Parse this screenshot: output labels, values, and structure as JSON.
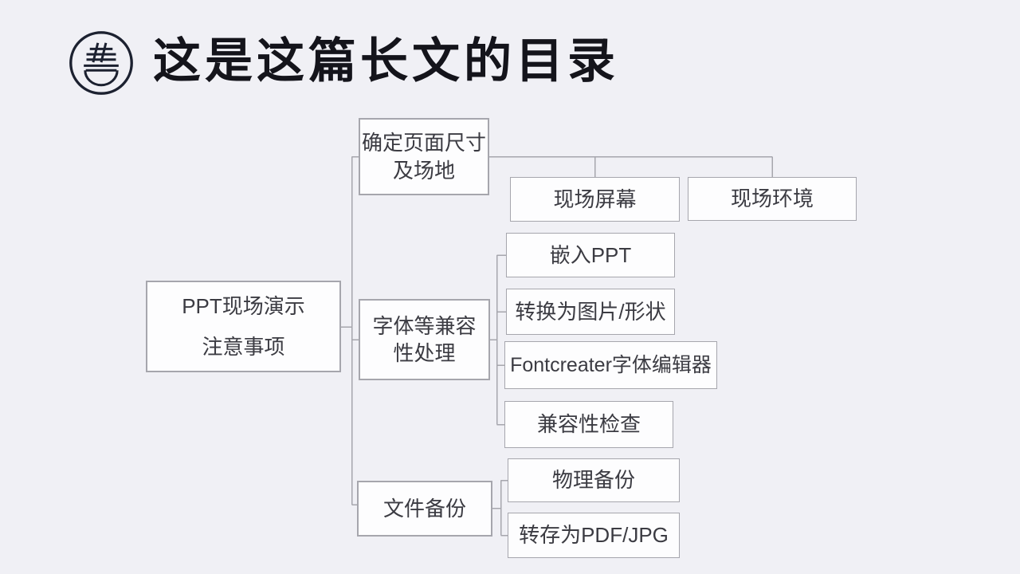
{
  "header": {
    "title": "这是这篇长文的目录",
    "logo_icon": "noodle-bowl-logo-icon"
  },
  "colors": {
    "background": "#f0f0f5",
    "box_fill": "#fdfdfe",
    "box_border": "#a6a6ad",
    "connector": "#a6a6ad",
    "node_text": "#3b3b42",
    "title_text": "#14141b",
    "logo": "#1c2130"
  },
  "diagram": {
    "root": {
      "label": "PPT现场演示\n注意事项"
    },
    "branches": [
      {
        "label": "确定页面尺寸\n及场地",
        "children": [
          {
            "label": "现场屏幕"
          },
          {
            "label": "现场环境"
          }
        ]
      },
      {
        "label": "字体等兼容\n性处理",
        "children": [
          {
            "label": "嵌入PPT"
          },
          {
            "label": "转换为图片/形状"
          },
          {
            "label": "Fontcreater字体编辑器"
          },
          {
            "label": "兼容性检查"
          }
        ]
      },
      {
        "label": "文件备份",
        "children": [
          {
            "label": "物理备份"
          },
          {
            "label": "转存为PDF/JPG"
          }
        ]
      }
    ]
  }
}
